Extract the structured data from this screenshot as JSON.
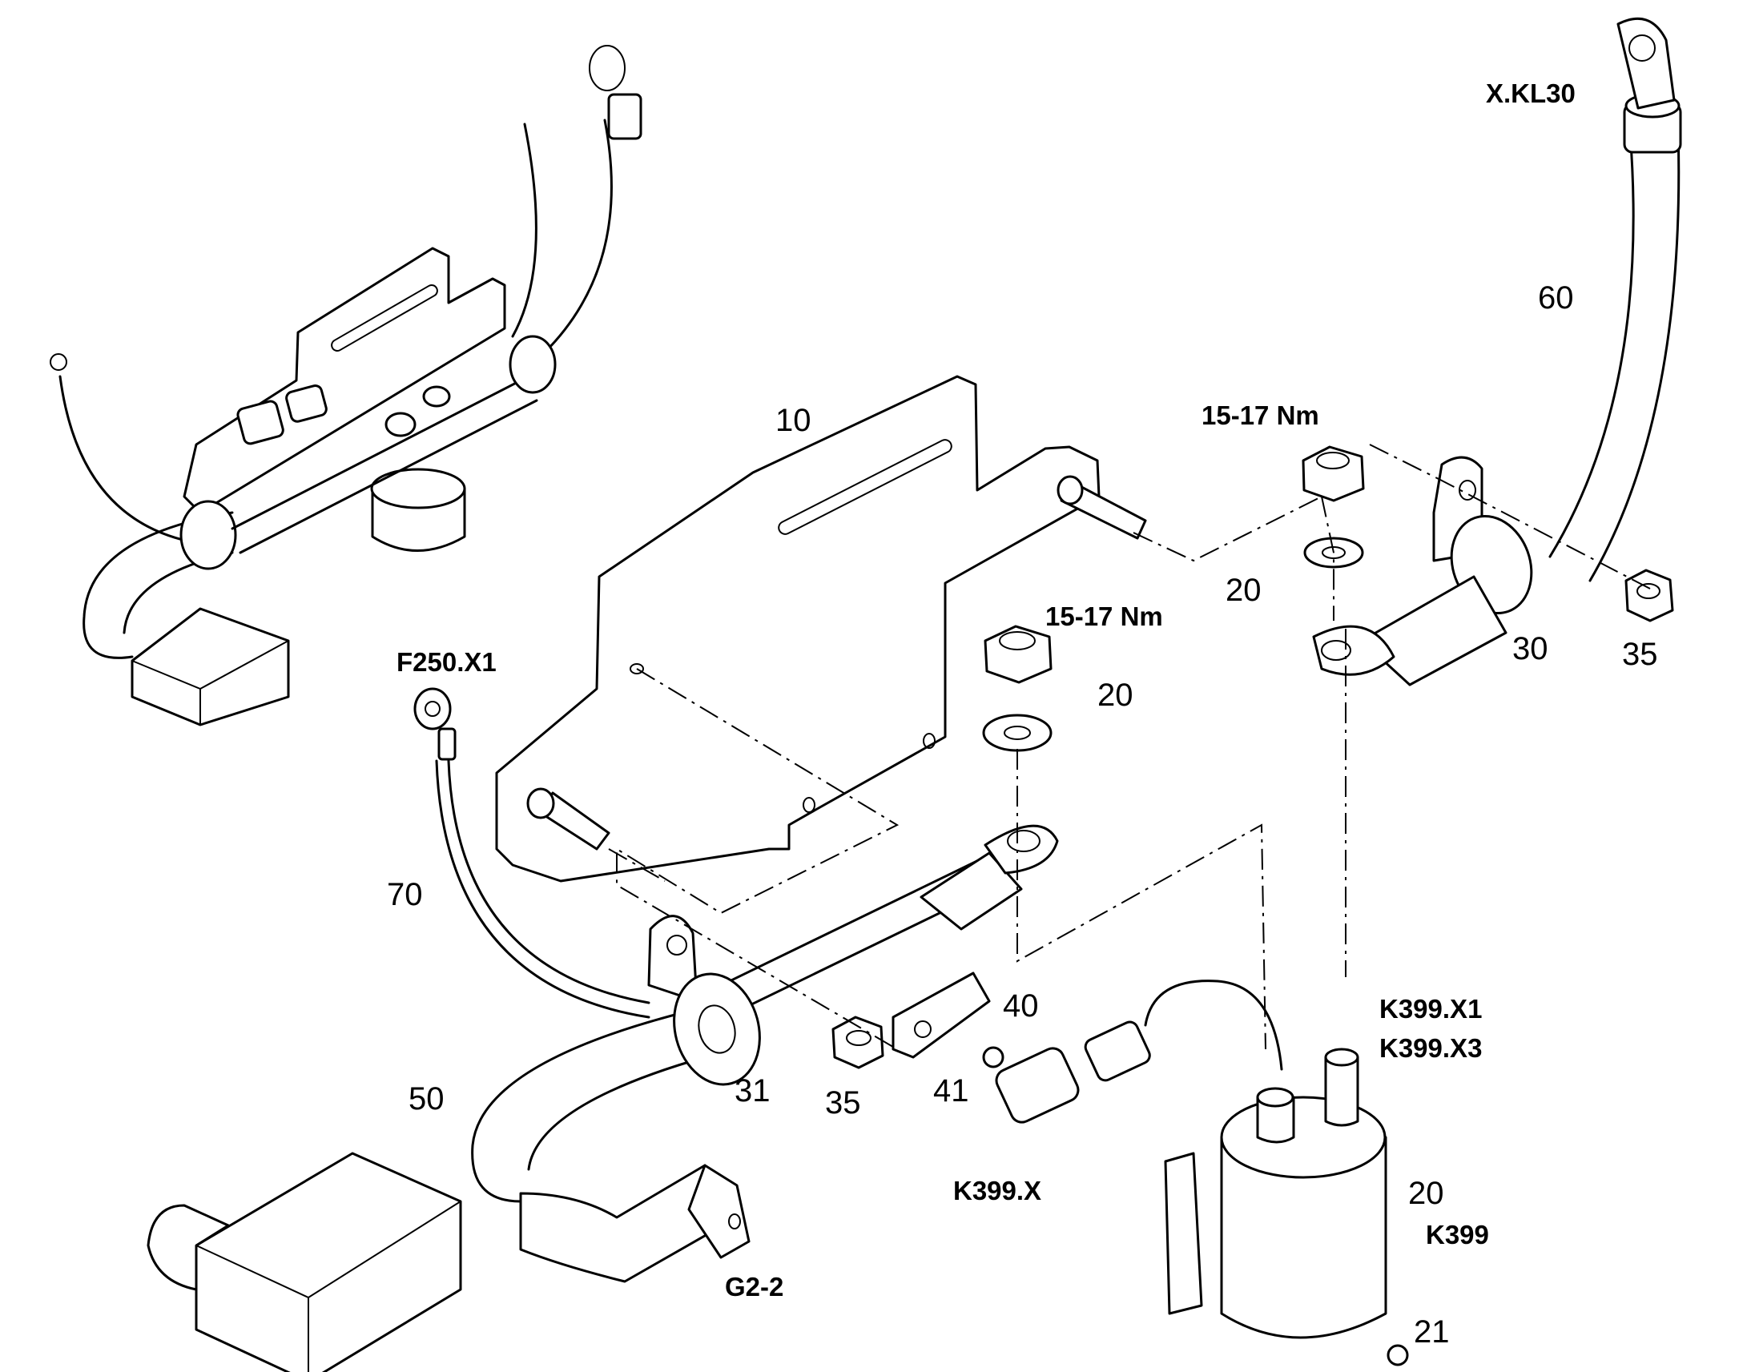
{
  "callouts": {
    "n10": "10",
    "n20_top": "20",
    "n20_mid": "20",
    "n20_solenoid": "20",
    "n21": "21",
    "n30": "30",
    "n31": "31",
    "n35_right": "35",
    "n35_mid": "35",
    "n40": "40",
    "n41": "41",
    "n50": "50",
    "n60": "60",
    "n70": "70"
  },
  "codes": {
    "x_kl30": "X.KL30",
    "torque_top": "15-17 Nm",
    "torque_mid": "15-17 Nm",
    "f250_x1": "F250.X1",
    "k399_x1": "K399.X1",
    "k399_x3": "K399.X3",
    "k399_x": "K399.X",
    "k399": "K399",
    "g2_2": "G2-2"
  },
  "colors": {
    "line": "#000000",
    "background": "#ffffff"
  }
}
